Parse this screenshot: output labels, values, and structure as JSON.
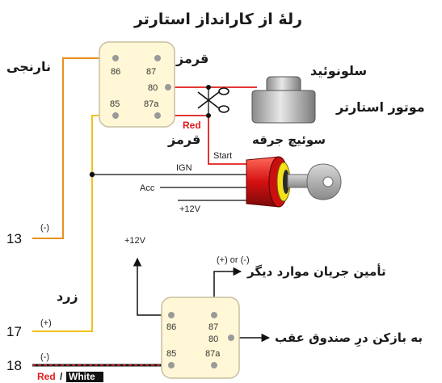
{
  "title": "رلهٔ از کارانداز استارتر",
  "relay_top": {
    "pins": [
      "86",
      "87",
      "80",
      "85",
      "87a"
    ]
  },
  "relay_bottom": {
    "pins": [
      "86",
      "87",
      "80",
      "85",
      "87a"
    ]
  },
  "labels": {
    "orange_wire": "نارنجی",
    "red_top": "قرمز",
    "red_en": "Red",
    "red_fa": "قرمز",
    "solenoid": "سلونوئید",
    "starter_motor": "موتور استارتر",
    "ignition_switch": "سوئیچ جرقه",
    "start": "Start",
    "ign": "IGN",
    "acc": "Acc",
    "plus12_switch": "+12V",
    "plus12_bottom": "+12V",
    "plus_minus": "(+) or (-)",
    "supply_other": "تأمین جریان موارد دیگر",
    "yellow_wire": "زرد",
    "trunk_release": "به بازکن درِ صندوق عقب",
    "red_white_1": "Red",
    "red_white_sep": "/",
    "red_white_2": "White"
  },
  "terminals": [
    {
      "number": "13",
      "polarity": "(-)"
    },
    {
      "number": "17",
      "polarity": "(+)"
    },
    {
      "number": "18",
      "polarity": "(-)"
    }
  ],
  "colors": {
    "orange": "#e8901e",
    "yellow": "#f2c21a",
    "red": "#e01b1b",
    "black": "#111111",
    "relay_fill": "#fff7d6",
    "pin_fill": "#9a9a9a"
  }
}
